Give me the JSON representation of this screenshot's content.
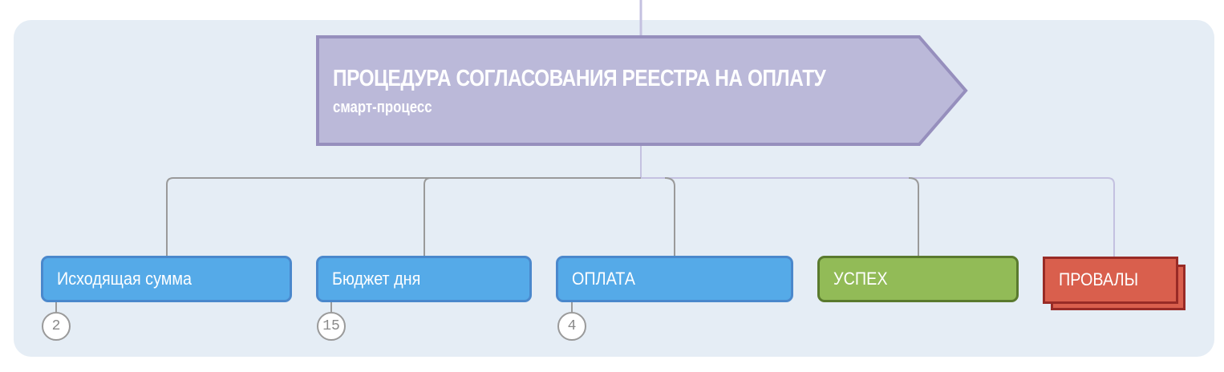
{
  "header": {
    "title": "ПРОЦЕДУРА СОГЛАСОВАНИЯ РЕЕСТРА НА ОПЛАТУ",
    "subtitle": "смарт-процесс",
    "fill": "#bbb9d9",
    "border": "#968fbd"
  },
  "stages": [
    {
      "label": "Исходящая сумма",
      "type": "stage",
      "count": "2",
      "color": "#55aae8"
    },
    {
      "label": "Бюджет дня",
      "type": "stage",
      "count": "15",
      "color": "#55aae8"
    },
    {
      "label": "ОПЛАТА",
      "type": "stage",
      "count": "4",
      "color": "#55aae8"
    },
    {
      "label": "УСПЕХ",
      "type": "success",
      "color": "#92bb57"
    },
    {
      "label": "ПРОВАЛЫ",
      "type": "failure-group",
      "color": "#d95f4d"
    }
  ],
  "colors": {
    "panel_bg": "#e5edf5",
    "connector_gray": "#9a9a9a",
    "connector_lavender": "#c4c1e0"
  }
}
